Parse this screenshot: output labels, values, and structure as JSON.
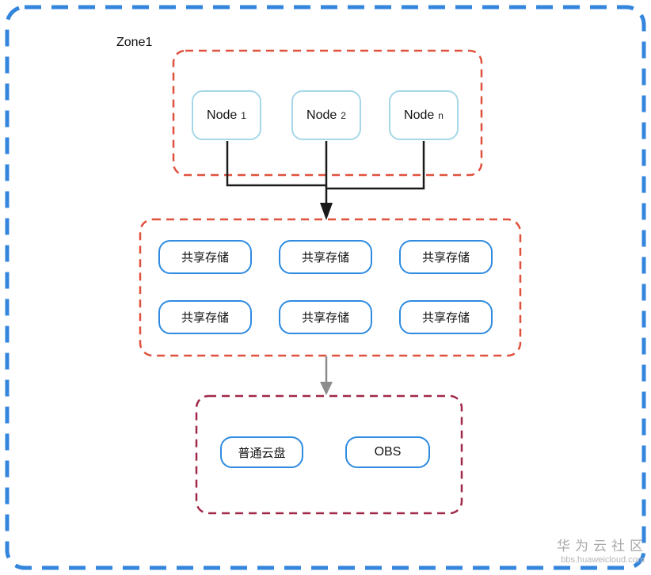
{
  "zone": {
    "label": "Zone1"
  },
  "nodes": [
    {
      "base": "Node",
      "sub": "1"
    },
    {
      "base": "Node",
      "sub": "2"
    },
    {
      "base": "Node",
      "sub": "n"
    }
  ],
  "storage": {
    "labels": [
      "共享存储",
      "共享存储",
      "共享存储",
      "共享存储",
      "共享存储",
      "共享存储"
    ]
  },
  "bottom": {
    "cloud_disk": "普通云盘",
    "obs": "OBS"
  },
  "watermark": {
    "title": "华为云社区",
    "url": "bbs.huaweicloud.com"
  },
  "colors": {
    "outer_border": "#3385dd",
    "section_border": "#e0513d",
    "bottom_section_border": "#a02948",
    "node_border": "#a6d7e8",
    "storage_border": "#2e8be0",
    "connector": "#1a1a1a",
    "gray_connector": "#8c8c8c",
    "watermark_text": "#a9a9a9"
  }
}
